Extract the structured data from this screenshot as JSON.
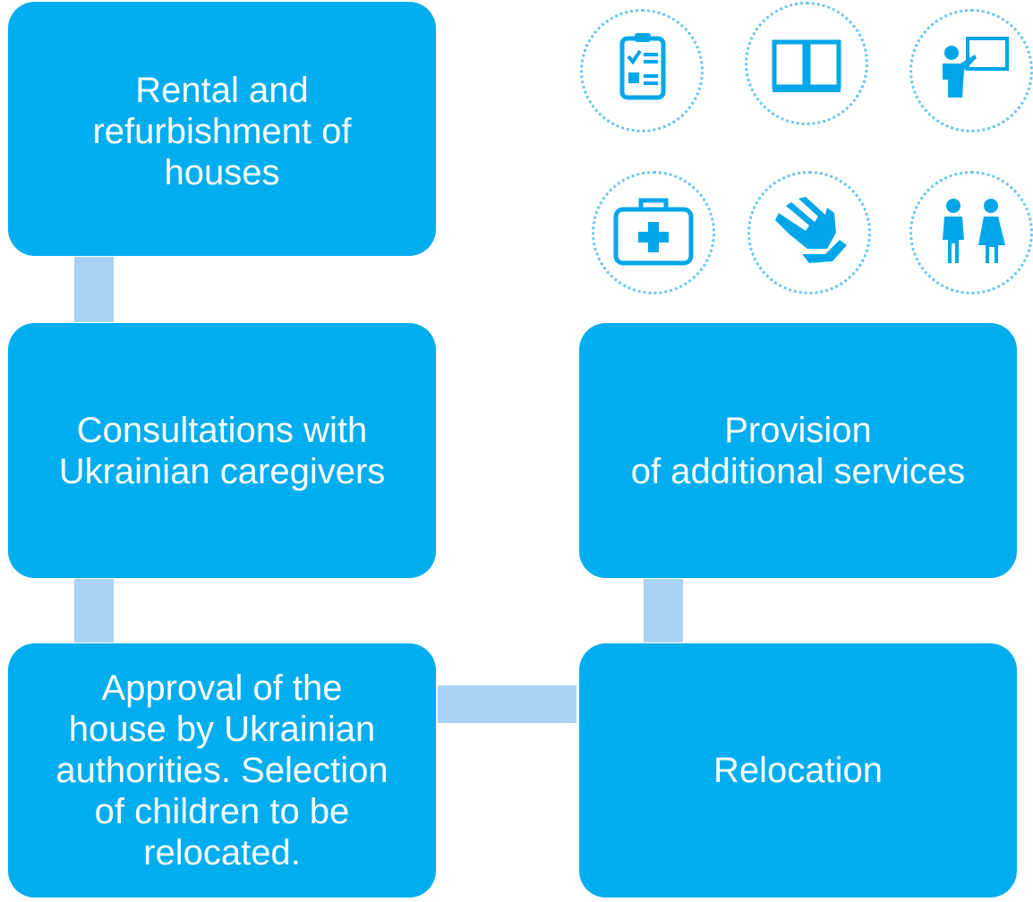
{
  "diagram": {
    "steps": [
      {
        "id": "rental",
        "label": "Rental and\nrefurbishment of\nhouses"
      },
      {
        "id": "consultations",
        "label": "Consultations with\nUkrainian caregivers"
      },
      {
        "id": "approval",
        "label": "Approval of the\nhouse by Ukrainian\nauthorities. Selection\nof children to be\nrelocated."
      },
      {
        "id": "relocation",
        "label": "Relocation"
      },
      {
        "id": "provision",
        "label": "Provision\nof additional services"
      }
    ],
    "colors": {
      "box": "#00adee",
      "connector": "#a9d3f3",
      "icon": "#00a6e8",
      "icon_ring": "#6cc6ef"
    },
    "service_icons": [
      "clipboard-checklist-icon",
      "open-book-icon",
      "teacher-presentation-icon",
      "first-aid-kit-icon",
      "helping-hands-icon",
      "man-woman-icon"
    ]
  }
}
